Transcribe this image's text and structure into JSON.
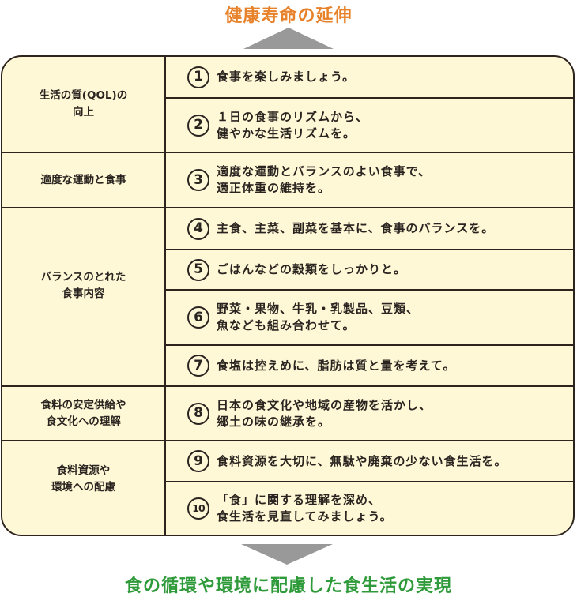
{
  "header": {
    "title": "健康寿命の延伸",
    "title_color": "#e8822a"
  },
  "footer": {
    "title": "食の循環や環境に配慮した食生活の実現",
    "title_color": "#2f9a3a"
  },
  "arrow_color": "#999999",
  "table_bg": "#fff8d6",
  "categories": [
    {
      "label": "生活の質(QOL)の\n向上"
    },
    {
      "label": "適度な運動と食事"
    },
    {
      "label": "バランスのとれた\n食事内容"
    },
    {
      "label": "食料の安定供給や\n食文化への理解"
    },
    {
      "label": "食料資源や\n環境への配慮"
    }
  ],
  "items": [
    {
      "num": "1",
      "text": "食事を楽しみましょう。"
    },
    {
      "num": "2",
      "text": "１日の食事のリズムから、\n健やかな生活リズムを。"
    },
    {
      "num": "3",
      "text": "適度な運動とバランスのよい食事で、\n適正体重の維持を。"
    },
    {
      "num": "4",
      "text": "主食、主菜、副菜を基本に、食事のバランスを。"
    },
    {
      "num": "5",
      "text": "ごはんなどの穀類をしっかりと。"
    },
    {
      "num": "6",
      "text": "野菜・果物、牛乳・乳製品、豆類、\n魚なども組み合わせて。"
    },
    {
      "num": "7",
      "text": "食塩は控えめに、脂肪は質と量を考えて。"
    },
    {
      "num": "8",
      "text": "日本の食文化や地域の産物を活かし、\n郷土の味の継承を。"
    },
    {
      "num": "9",
      "text": "食料資源を大切に、無駄や廃棄の少ない食生活を。"
    },
    {
      "num": "10",
      "text": "「食」に関する理解を深め、\n食生活を見直してみましょう。"
    }
  ]
}
